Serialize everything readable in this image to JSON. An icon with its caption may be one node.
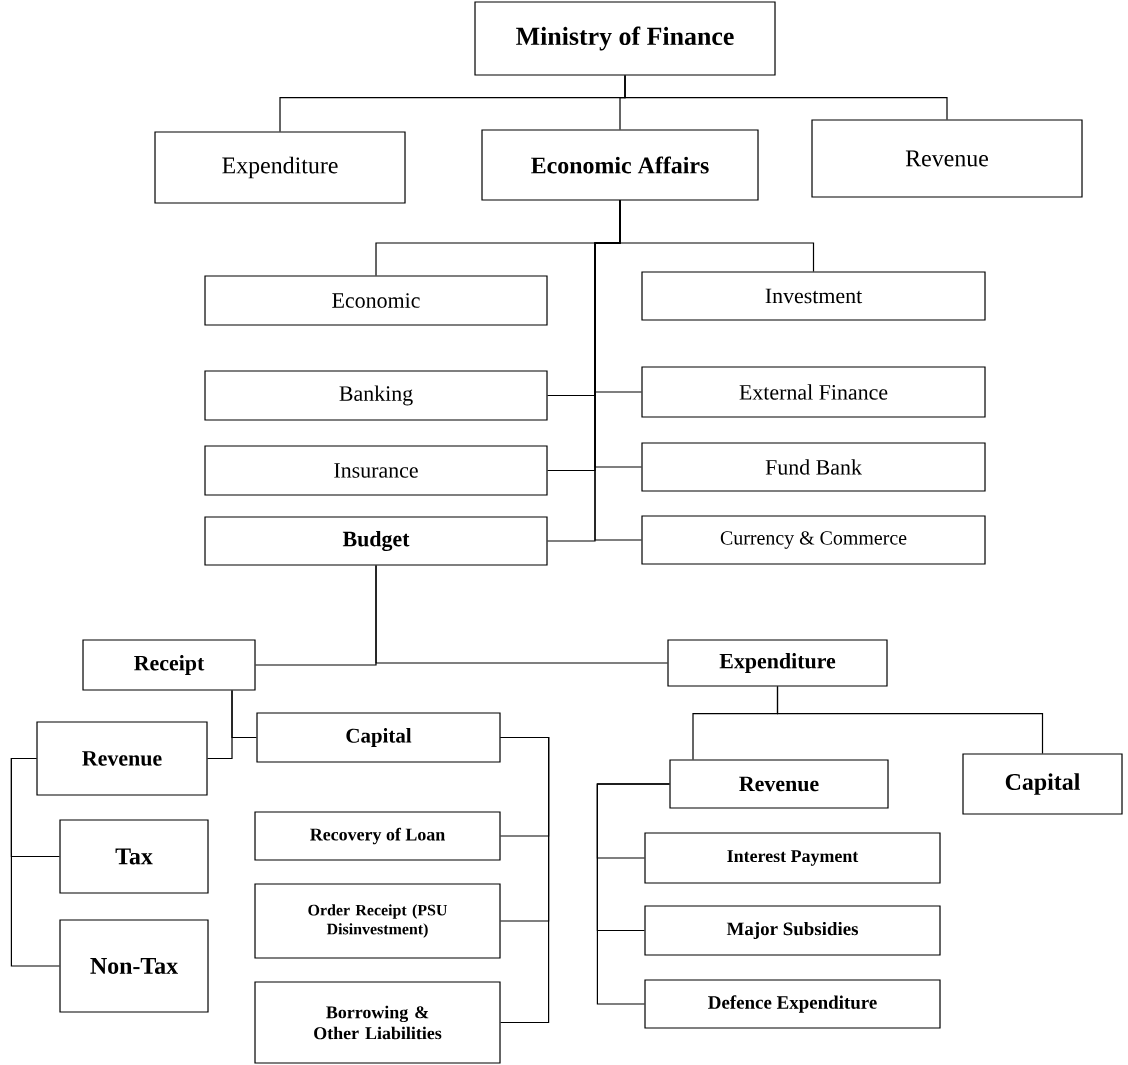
{
  "diagram": {
    "nodes": [
      {
        "text": [
          "Ministry of Finance"
        ]
      },
      {
        "text": [
          "Expenditure"
        ]
      },
      {
        "text": [
          "Economic Affairs"
        ]
      },
      {
        "text": [
          "Revenue"
        ]
      },
      {
        "text": [
          "Economic"
        ]
      },
      {
        "text": [
          "Investment"
        ]
      },
      {
        "text": [
          "Banking"
        ]
      },
      {
        "text": [
          "External Finance"
        ]
      },
      {
        "text": [
          "Insurance"
        ]
      },
      {
        "text": [
          "Fund Bank"
        ]
      },
      {
        "text": [
          "Budget"
        ]
      },
      {
        "text": [
          "Currency & Commerce"
        ]
      },
      {
        "text": [
          "Receipt"
        ]
      },
      {
        "text": [
          "Expenditure"
        ]
      },
      {
        "text": [
          "Revenue"
        ]
      },
      {
        "text": [
          "Capital"
        ]
      },
      {
        "text": [
          "Revenue"
        ]
      },
      {
        "text": [
          "Capital"
        ]
      },
      {
        "text": [
          "Tax"
        ]
      },
      {
        "text": [
          "Recovery of Loan"
        ]
      },
      {
        "text": [
          "Interest Payment"
        ]
      },
      {
        "text": [
          "Non-Tax"
        ]
      },
      {
        "text": [
          "Order Receipt (PSU Disinvestment)"
        ]
      },
      {
        "text": [
          "Major Subsidies"
        ]
      },
      {
        "text": [
          "Borrowing & Other Liabilities"
        ]
      },
      {
        "text": [
          "Defence Expenditure"
        ]
      }
    ],
    "edges": [
      {
        "from": 0,
        "to": 1,
        "arrow": "none"
      },
      {
        "from": 0,
        "to": 2,
        "arrow": "none"
      },
      {
        "from": 0,
        "to": 3,
        "arrow": "none"
      },
      {
        "from": 2,
        "to": 4,
        "arrow": "none"
      },
      {
        "from": 2,
        "to": 5,
        "arrow": "none"
      },
      {
        "from": 2,
        "to": 6,
        "arrow": "none"
      },
      {
        "from": 2,
        "to": 7,
        "arrow": "none"
      },
      {
        "from": 2,
        "to": 8,
        "arrow": "none"
      },
      {
        "from": 2,
        "to": 9,
        "arrow": "none"
      },
      {
        "from": 2,
        "to": 10,
        "arrow": "none"
      },
      {
        "from": 2,
        "to": 11,
        "arrow": "none"
      },
      {
        "from": 10,
        "to": 12,
        "arrow": "none"
      },
      {
        "from": 10,
        "to": 13,
        "arrow": "none"
      },
      {
        "from": 12,
        "to": 14,
        "arrow": "none"
      },
      {
        "from": 12,
        "to": 15,
        "arrow": "none"
      },
      {
        "from": 13,
        "to": 16,
        "arrow": "none"
      },
      {
        "from": 13,
        "to": 17,
        "arrow": "none"
      },
      {
        "from": 14,
        "to": 18,
        "arrow": "none"
      },
      {
        "from": 14,
        "to": 21,
        "arrow": "none"
      },
      {
        "from": 15,
        "to": 19,
        "arrow": "none"
      },
      {
        "from": 15,
        "to": 22,
        "arrow": "none"
      },
      {
        "from": 15,
        "to": 24,
        "arrow": "none"
      },
      {
        "from": 16,
        "to": 20,
        "arrow": "none"
      },
      {
        "from": 16,
        "to": 23,
        "arrow": "none"
      },
      {
        "from": 16,
        "to": 25,
        "arrow": "none"
      }
    ]
  }
}
